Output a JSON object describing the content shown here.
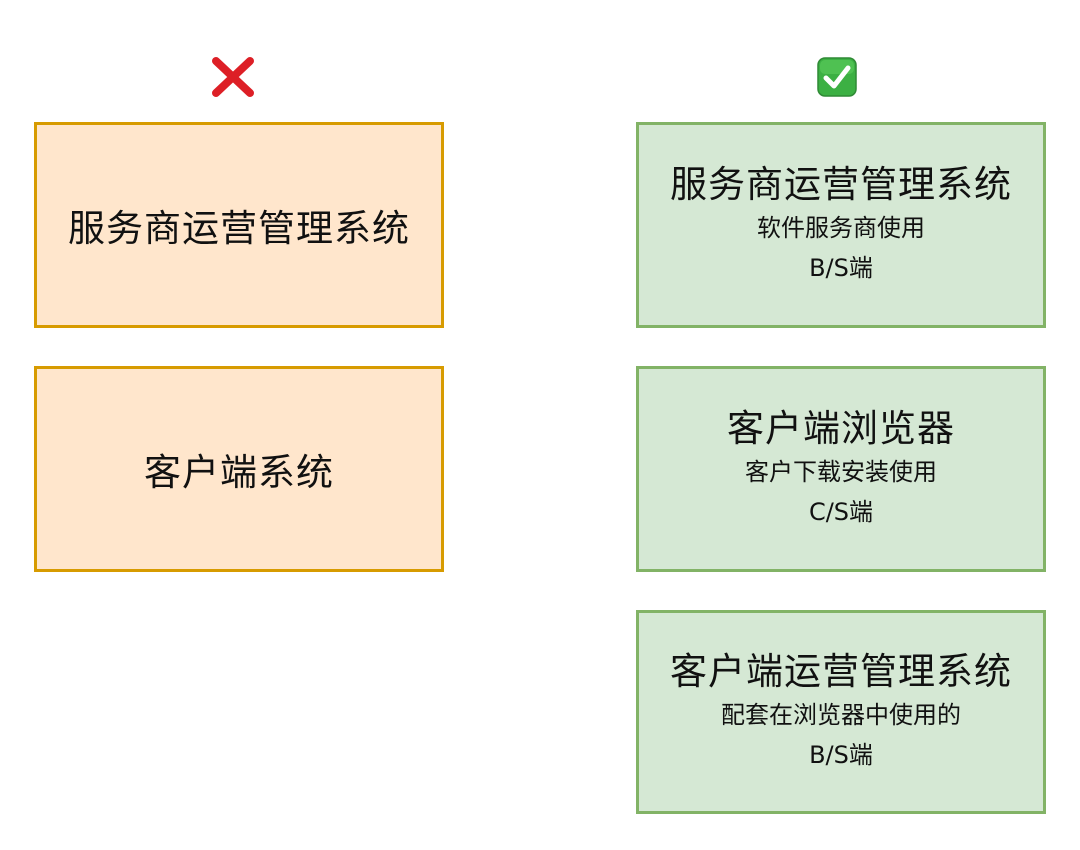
{
  "wrong": {
    "mark": "cross-mark-icon",
    "boxes": [
      {
        "title": "服务商运营管理系统"
      },
      {
        "title": "客户端系统"
      }
    ]
  },
  "right": {
    "mark": "check-mark-icon",
    "boxes": [
      {
        "title": "服务商运营管理系统",
        "desc": "软件服务商使用",
        "type": "B/S端"
      },
      {
        "title": "客户端浏览器",
        "desc": "客户下载安装使用",
        "type": "C/S端"
      },
      {
        "title": "客户端运营管理系统",
        "desc": "配套在浏览器中使用的",
        "type": "B/S端"
      }
    ]
  },
  "colors": {
    "wrong_fill": "#ffe6cc",
    "wrong_border": "#d79b00",
    "right_fill": "#d5e8d4",
    "right_border": "#82b366",
    "cross": "#dd1f26",
    "check_fill": "#3cb043"
  }
}
